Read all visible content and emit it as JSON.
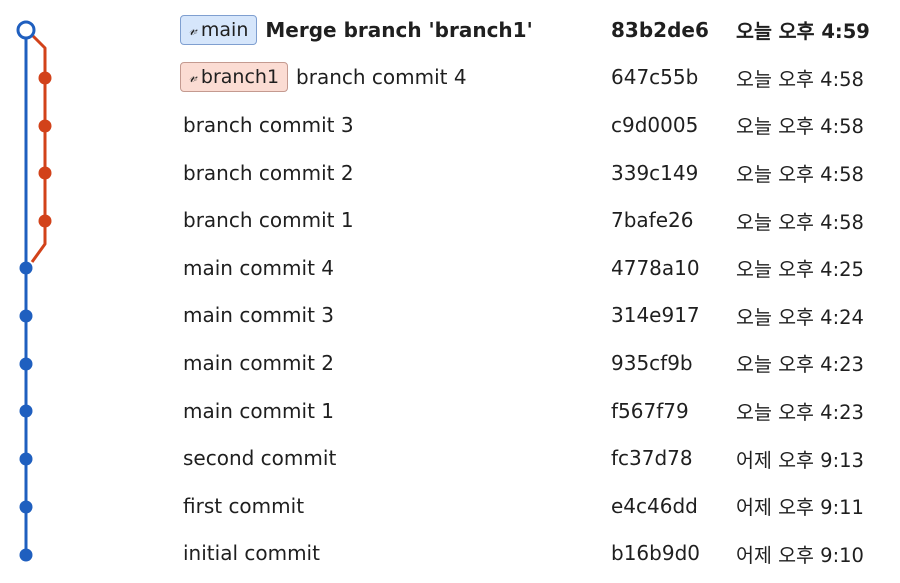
{
  "colors": {
    "main_line": "#1f5fbf",
    "branch_line": "#d2421a",
    "main_tag_bg": "#d6e6fb",
    "branch_tag_bg": "#fbdcd3"
  },
  "commits": [
    {
      "tag": "main",
      "message": "Merge branch 'branch1'",
      "hash": "83b2de6",
      "date": "오늘 오후 4:59"
    },
    {
      "tag": "branch1",
      "message": "branch commit 4",
      "hash": "647c55b",
      "date": "오늘 오후 4:58"
    },
    {
      "message": "branch commit 3",
      "hash": "c9d0005",
      "date": "오늘 오후 4:58"
    },
    {
      "message": "branch commit 2",
      "hash": "339c149",
      "date": "오늘 오후 4:58"
    },
    {
      "message": "branch commit 1",
      "hash": "7bafe26",
      "date": "오늘 오후 4:58"
    },
    {
      "message": "main commit 4",
      "hash": "4778a10",
      "date": "오늘 오후 4:25"
    },
    {
      "message": "main commit 3",
      "hash": "314e917",
      "date": "오늘 오후 4:24"
    },
    {
      "message": "main commit 2",
      "hash": "935cf9b",
      "date": "오늘 오후 4:23"
    },
    {
      "message": "main commit 1",
      "hash": "f567f79",
      "date": "오늘 오후 4:23"
    },
    {
      "message": "second commit",
      "hash": "fc37d78",
      "date": "어제 오후 9:13"
    },
    {
      "message": "first commit",
      "hash": "e4c46dd",
      "date": "어제 오후 9:11"
    },
    {
      "message": "initial commit",
      "hash": "b16b9d0",
      "date": "어제 오후 9:10"
    }
  ]
}
